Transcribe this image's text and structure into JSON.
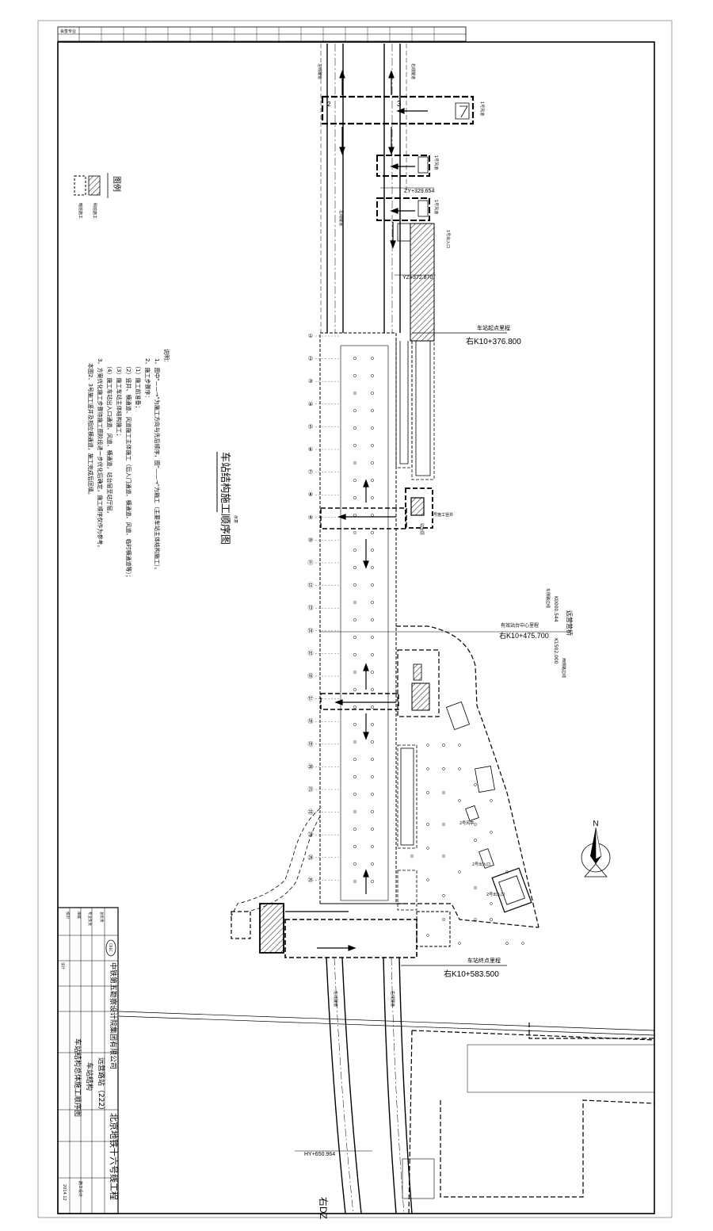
{
  "signoff": {
    "title": "会签专业"
  },
  "plan": {
    "title": "车站结构施工顺序图",
    "scale": "示意",
    "north": "N",
    "station_start": {
      "label": "车站起点里程",
      "mileage": "右K10+376.800"
    },
    "station_center": {
      "label": "有效站台中心里程",
      "mileage": "右K10+475.700"
    },
    "station_end": {
      "label": "车站终点里程",
      "mileage": "右K10+583.500"
    },
    "zy_mark": "ZY+329.654",
    "yz_mark": "YZ+372.870",
    "hy_mark": "HY+650.964",
    "bottom_mark": "右DZ",
    "line_left_label": "左线隧道",
    "line_right_label": "右线隧道",
    "vertical_section": "1号施工竖井",
    "shaft_a": "1号风道",
    "shaft_b": "1号出入口",
    "exit_2": "2号出入口",
    "wind_2": "2号风亭",
    "road_up": "永定路",
    "road_station": "站台层",
    "axis_labels": [
      "①",
      "②",
      "③",
      "④",
      "⑤",
      "⑥",
      "⑦",
      "⑧",
      "⑨",
      "⑩",
      "⑪",
      "⑫",
      "⑬",
      "⑭",
      "⑮",
      "⑯",
      "⑰",
      "⑱",
      "⑲",
      "⑳",
      "㉑",
      "㉒",
      "㉓",
      "㉔",
      "㉕"
    ],
    "mid_left": "东侧路边线",
    "mid_right": "西侧路边线",
    "mid_code1": "K0000.544",
    "mid_code2": "K1502.000",
    "street_text": "远营营桥"
  },
  "legend": {
    "title": "图例",
    "items": [
      {
        "label": "明挖施工"
      },
      {
        "label": "暗挖施工"
      }
    ]
  },
  "notes": {
    "title": "说明：",
    "lines": [
      "1、图中\"——→\"为施工方向与先后顺序，图\"——→\"为施工（主要车站主体结构施工）。",
      "2、施工步骤序：",
      "（1）施工前准备；",
      "（2）竖井、横通道、风道施工主体施工（后入门通道、横通道、风道、临时横通道等）；",
      "（3）施工车站主体结构施工；",
      "（4）施工车站出入口通道、风道、横通道，站台层至站厅层。",
      "3、方案优化施工步骤待施工图阶段进一步优化后确定，施工顺序仅作为参考。",
      "本图2、3号施工竖井及相应横通道，施工完成后回填。"
    ]
  },
  "title_block": {
    "company": "中铁第五勘察设计院集团有限公司",
    "project": "北京地铁十六号线工程",
    "station": "远营路站（222）",
    "section": "车站结构",
    "drawing": "车站结构总体施工顺序图",
    "date": "2014.12",
    "stage": "施工设计",
    "left_rows": [
      "总负责",
      "专业负责",
      "审核",
      "校对",
      "设计"
    ],
    "logo": "CREC"
  }
}
